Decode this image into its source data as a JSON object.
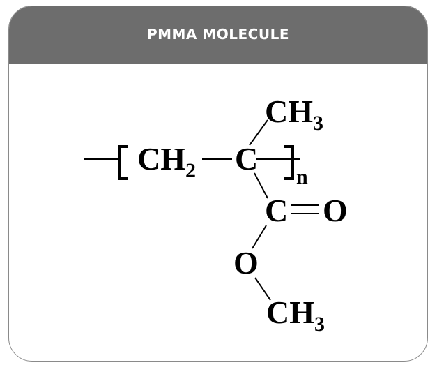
{
  "card": {
    "title": "PMMA MOLECULE"
  },
  "molecule": {
    "methyl_top": {
      "main": "CH",
      "sub": "3"
    },
    "methylene": {
      "main": "CH",
      "sub": "2"
    },
    "carbon_central": "C",
    "repeat_subscript": "n",
    "carbon_carbonyl": "C",
    "oxygen_double": "O",
    "oxygen_ester": "O",
    "methyl_bottom": {
      "main": "CH",
      "sub": "3"
    }
  },
  "colors": {
    "header_background": "#6d6d6d",
    "header_text": "#ffffff",
    "card_border": "#8a8a8a",
    "structure": "#000000"
  }
}
